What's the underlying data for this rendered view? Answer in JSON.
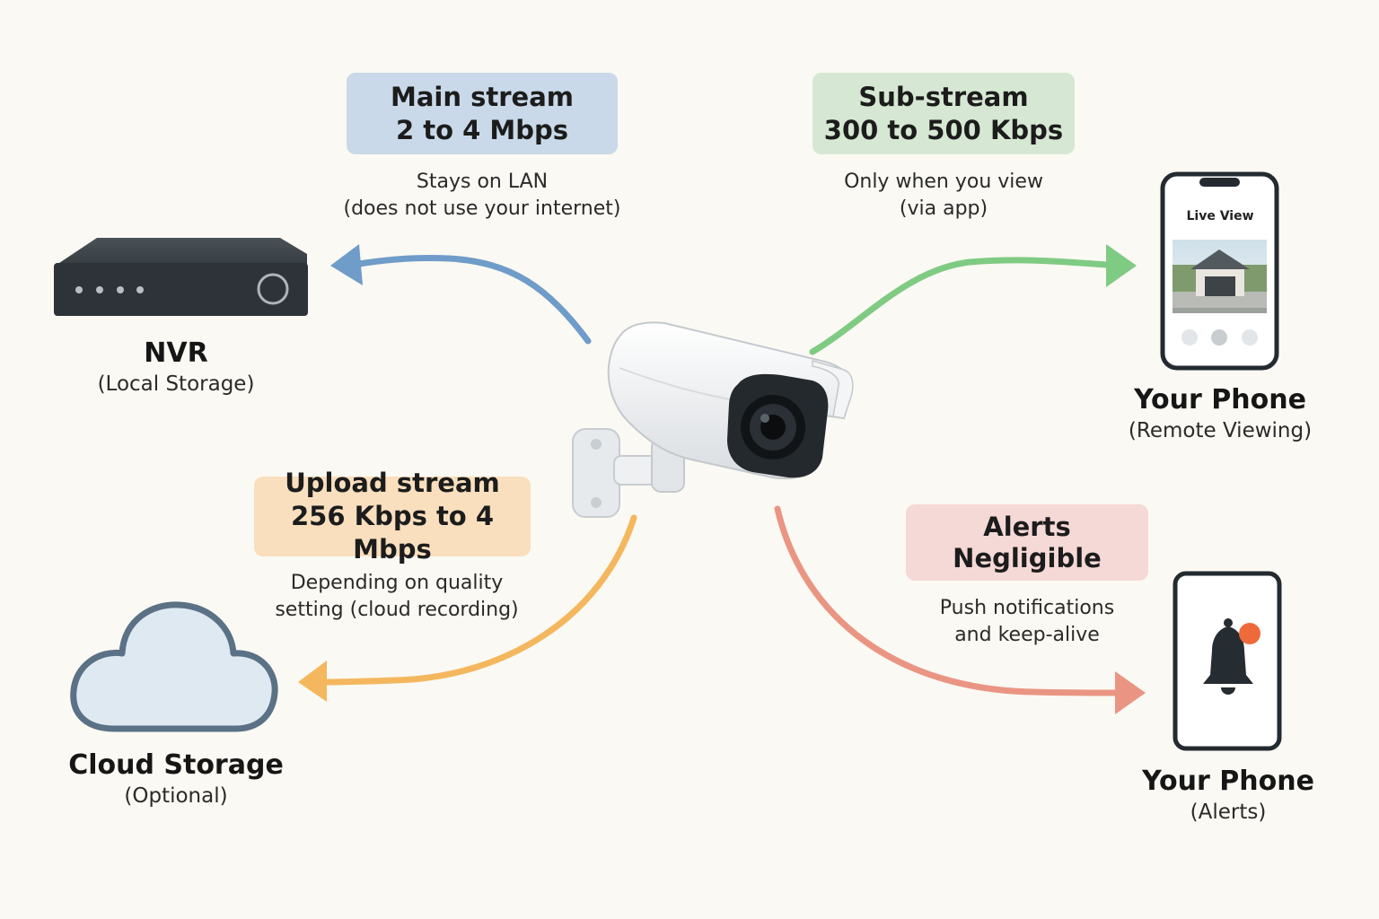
{
  "streams": {
    "main": {
      "title": "Main stream",
      "rate": "2 to 4 Mbps",
      "note_line1": "Stays on LAN",
      "note_line2": "(does not use your internet)",
      "color": "#6f9cc8"
    },
    "sub": {
      "title": "Sub-stream",
      "rate": "300 to 500 Kbps",
      "note_line1": "Only when you view",
      "note_line2": "(via app)",
      "color": "#7fcb84"
    },
    "upload": {
      "title": "Upload stream",
      "rate": "256 Kbps to 4 Mbps",
      "note_line1": "Depending on quality",
      "note_line2": "setting (cloud recording)",
      "color": "#f4b75e"
    },
    "alerts": {
      "title": "Alerts",
      "rate": "Negligible",
      "note_line1": "Push notifications",
      "note_line2": "and keep-alive",
      "color": "#ea9583"
    }
  },
  "devices": {
    "nvr": {
      "name": "NVR",
      "sub": "(Local Storage)"
    },
    "phone_remote": {
      "name": "Your Phone",
      "sub": "(Remote Viewing)",
      "screen_title": "Live View"
    },
    "cloud": {
      "name": "Cloud Storage",
      "sub": "(Optional)"
    },
    "phone_alerts": {
      "name": "Your Phone",
      "sub": "(Alerts)"
    }
  },
  "icons": {
    "camera": "security-camera-icon",
    "nvr": "nvr-recorder-icon",
    "cloud": "cloud-icon",
    "phone": "smartphone-icon",
    "bell": "notification-bell-icon"
  }
}
